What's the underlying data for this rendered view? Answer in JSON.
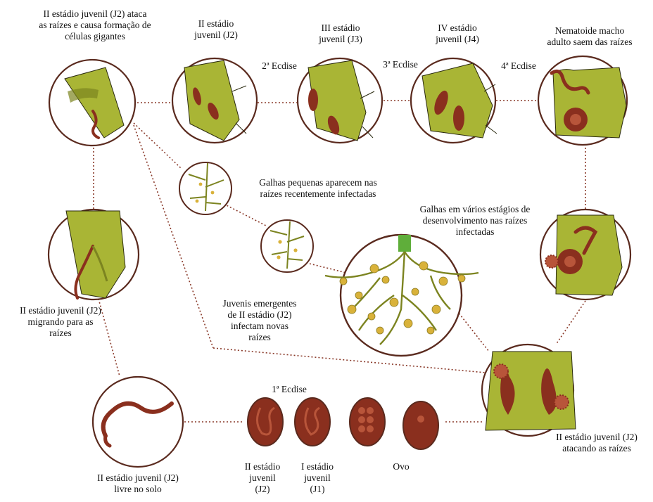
{
  "labels": {
    "j2_attacks_title": [
      "II estádio juvenil (J2) ataca",
      "as raízes e causa formação de",
      "células gigantes"
    ],
    "j2_stage": [
      "II estádio",
      "juvenil (J2)"
    ],
    "j3_stage": [
      "III estádio",
      "juvenil (J3)"
    ],
    "j4_stage": [
      "IV estádio",
      "juvenil (J4)"
    ],
    "male_leaves": [
      "Nematoide macho",
      "adulto saem das raízes"
    ],
    "ecdise_2": "2ª Ecdise",
    "ecdise_3": "3ª Ecdise",
    "ecdise_4": "4ª Ecdise",
    "small_galls": [
      "Galhas pequenas aparecem nas",
      "raízes recentemente infectadas"
    ],
    "galls_stages": [
      "Galhas em vários estágios de",
      "desenvolvimento nas raízes",
      "infectadas"
    ],
    "j2_migrating": [
      "II estádio juvenil (J2)",
      "migrando para as",
      "raízes"
    ],
    "emerging_juveniles": [
      "Juvenis emergentes",
      "de II estádio (J2)",
      "infectam novas",
      "raízes"
    ],
    "ecdise_1": "1ª Ecdise",
    "j2_attacking": [
      "II estádio juvenil (J2)",
      "atacando as raízes"
    ],
    "j2_free_soil": [
      "II estádio juvenil (J2)",
      "livre no solo"
    ],
    "egg_j2": [
      "II estádio",
      "juvenil",
      "(J2)"
    ],
    "egg_j1": [
      "I estádio",
      "juvenil",
      "(J1)"
    ],
    "egg": "Ovo"
  },
  "colors": {
    "root": "#a9b535",
    "root_dark": "#7c8420",
    "nematode": "#8a2f1e",
    "nematode_light": "#b8553a",
    "circle": "#5a2a1e",
    "dots": "#8a3a2a",
    "gall": "#d9b23a",
    "stem": "#5fae3a"
  }
}
